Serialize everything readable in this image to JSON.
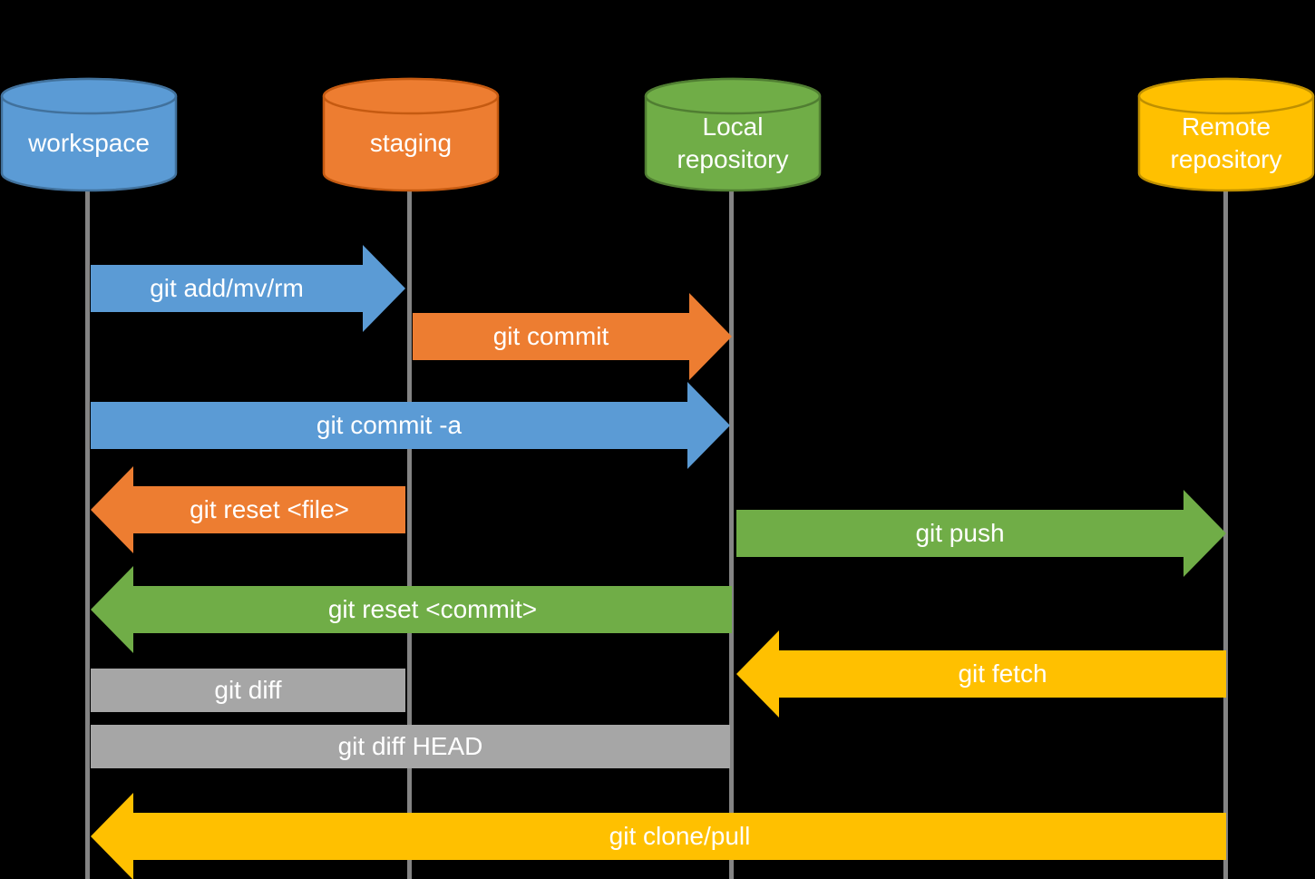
{
  "diagram": {
    "type": "git-data-flow",
    "background_color": "#000000",
    "lifeline_color": "#848484",
    "nodes": [
      {
        "name": "workspace",
        "label": "workspace",
        "color": "#5B9BD5"
      },
      {
        "name": "staging",
        "label": "staging",
        "color": "#ED7D31"
      },
      {
        "name": "local-repository",
        "label": "Local repository",
        "color": "#70AD47"
      },
      {
        "name": "remote-repository",
        "label": "Remote repository",
        "color": "#FFC000"
      }
    ],
    "flows": [
      {
        "label": "git add/mv/rm",
        "from": "workspace",
        "to": "staging",
        "direction": "right",
        "shape": "arrow",
        "color": "#5B9BD5"
      },
      {
        "label": "git commit",
        "from": "staging",
        "to": "local-repository",
        "direction": "right",
        "shape": "arrow",
        "color": "#ED7D31"
      },
      {
        "label": "git commit -a",
        "from": "workspace",
        "to": "local-repository",
        "direction": "right",
        "shape": "arrow",
        "color": "#5B9BD5"
      },
      {
        "label": "git reset <file>",
        "from": "staging",
        "to": "workspace",
        "direction": "left",
        "shape": "arrow",
        "color": "#ED7D31"
      },
      {
        "label": "git push",
        "from": "local-repository",
        "to": "remote-repository",
        "direction": "right",
        "shape": "arrow",
        "color": "#70AD47"
      },
      {
        "label": "git reset <commit>",
        "from": "local-repository",
        "to": "workspace",
        "direction": "left",
        "shape": "arrow",
        "color": "#70AD47"
      },
      {
        "label": "git fetch",
        "from": "remote-repository",
        "to": "local-repository",
        "direction": "left",
        "shape": "arrow",
        "color": "#FFC000"
      },
      {
        "label": "git diff",
        "from": "workspace",
        "to": "staging",
        "direction": "none",
        "shape": "bar",
        "color": "#A6A6A6"
      },
      {
        "label": "git diff HEAD",
        "from": "workspace",
        "to": "local-repository",
        "direction": "none",
        "shape": "bar",
        "color": "#A6A6A6"
      },
      {
        "label": "git clone/pull",
        "from": "remote-repository",
        "to": "workspace",
        "direction": "left",
        "shape": "arrow",
        "color": "#FFC000"
      }
    ]
  }
}
